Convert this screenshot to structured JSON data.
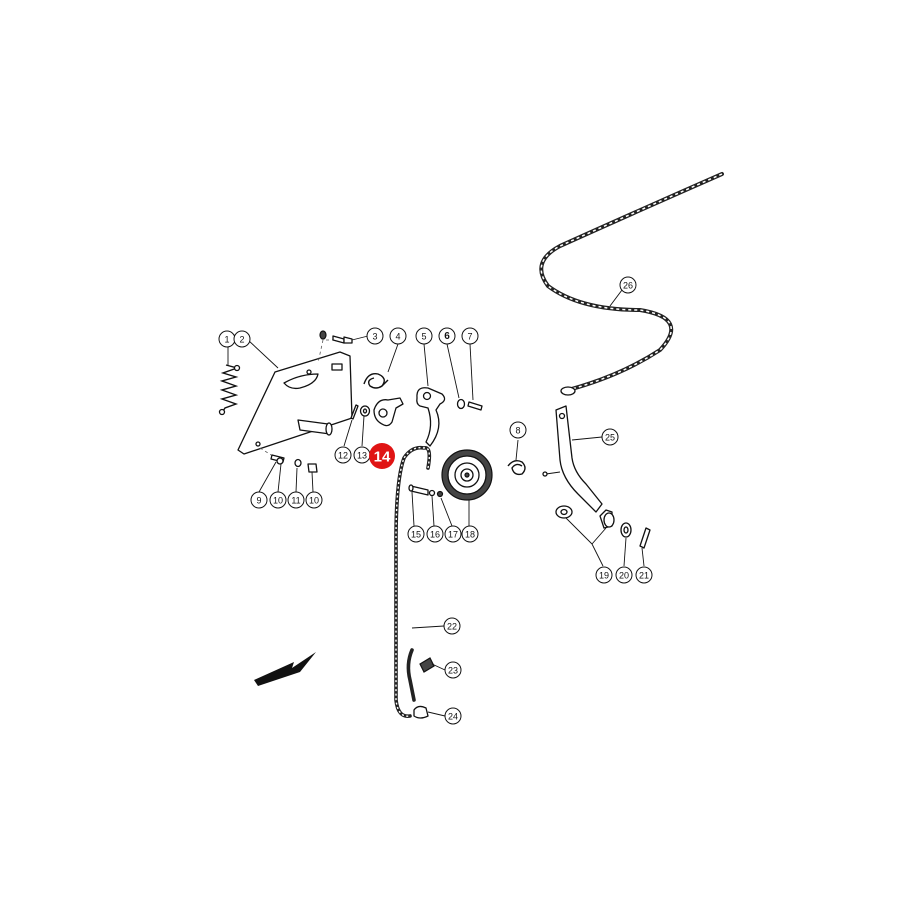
{
  "diagram": {
    "highlighted_part": "14",
    "callouts": [
      {
        "id": "c1",
        "label": "1"
      },
      {
        "id": "c2",
        "label": "2"
      },
      {
        "id": "c3",
        "label": "3"
      },
      {
        "id": "c4",
        "label": "4"
      },
      {
        "id": "c5",
        "label": "5"
      },
      {
        "id": "c6",
        "label": "6"
      },
      {
        "id": "c7",
        "label": "7"
      },
      {
        "id": "c8",
        "label": "8"
      },
      {
        "id": "c9",
        "label": "9"
      },
      {
        "id": "c10a",
        "label": "10"
      },
      {
        "id": "c11",
        "label": "11"
      },
      {
        "id": "c10b",
        "label": "10"
      },
      {
        "id": "c12",
        "label": "12"
      },
      {
        "id": "c13",
        "label": "13"
      },
      {
        "id": "c15",
        "label": "15"
      },
      {
        "id": "c16",
        "label": "16"
      },
      {
        "id": "c17",
        "label": "17"
      },
      {
        "id": "c18",
        "label": "18"
      },
      {
        "id": "c19",
        "label": "19"
      },
      {
        "id": "c20",
        "label": "20"
      },
      {
        "id": "c21",
        "label": "21"
      },
      {
        "id": "c22",
        "label": "22"
      },
      {
        "id": "c23",
        "label": "23"
      },
      {
        "id": "c24",
        "label": "24"
      },
      {
        "id": "c25",
        "label": "25"
      },
      {
        "id": "c26",
        "label": "26"
      }
    ],
    "colors": {
      "highlight": "#e01414",
      "ink": "#111111",
      "background": "#ffffff"
    },
    "icons": {
      "direction": "arrow-up-right-icon"
    }
  }
}
